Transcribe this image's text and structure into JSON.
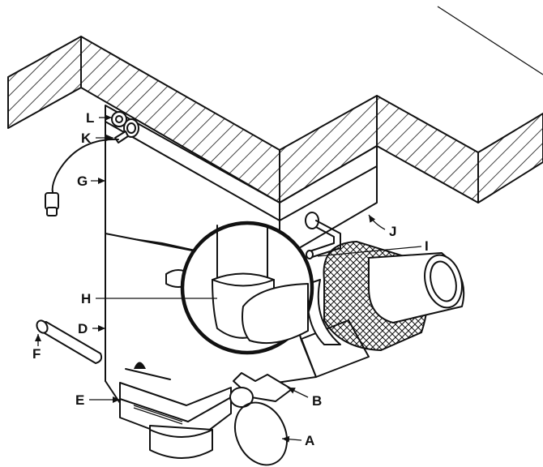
{
  "callouts": {
    "a": "A",
    "b": "B",
    "d": "D",
    "e": "E",
    "f": "F",
    "g": "G",
    "h": "H",
    "i": "I",
    "j": "J",
    "k": "K",
    "l": "L"
  },
  "colors": {
    "line": "#111111",
    "background": "#ffffff"
  }
}
